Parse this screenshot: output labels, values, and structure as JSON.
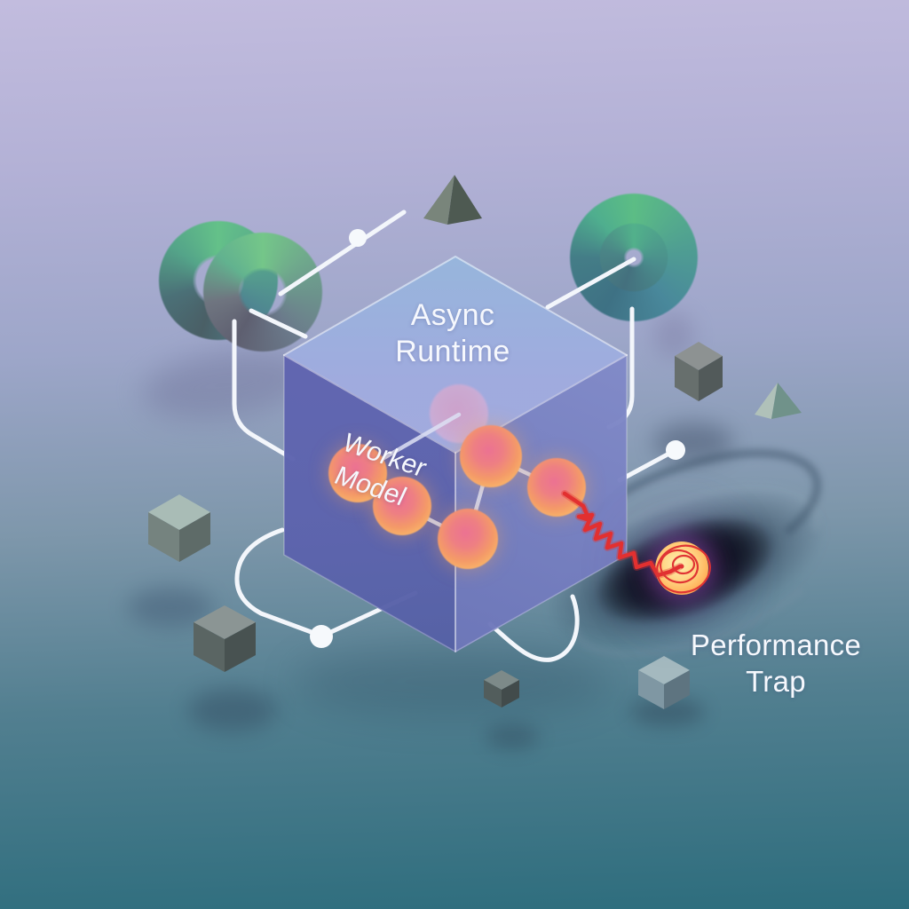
{
  "illustration": {
    "cube_label": {
      "line1": "Async",
      "line2": "Runtime"
    },
    "worker_label": {
      "line1": "Worker",
      "line2": "Model"
    },
    "trap_label": {
      "line1": "Performance",
      "line2": "Trap"
    }
  },
  "palette": {
    "background_top": "#c2bcde",
    "background_bottom": "#2d6d7d",
    "cube_top_face": "#9fb0e0",
    "cube_left_face": "#5a5ea8",
    "cube_right_face": "#828bc9",
    "sphere_orange": "#f6a763",
    "sphere_core_pink": "#ec7292",
    "torus_green": "#64c189",
    "torus_teal": "#47818b",
    "connector_white": "#f3f6fb",
    "zigzag_red": "#e23030",
    "trap_glow": "#ffd98a",
    "vortex_dark": "#0d1420",
    "label_text": "#f6f8fd"
  }
}
